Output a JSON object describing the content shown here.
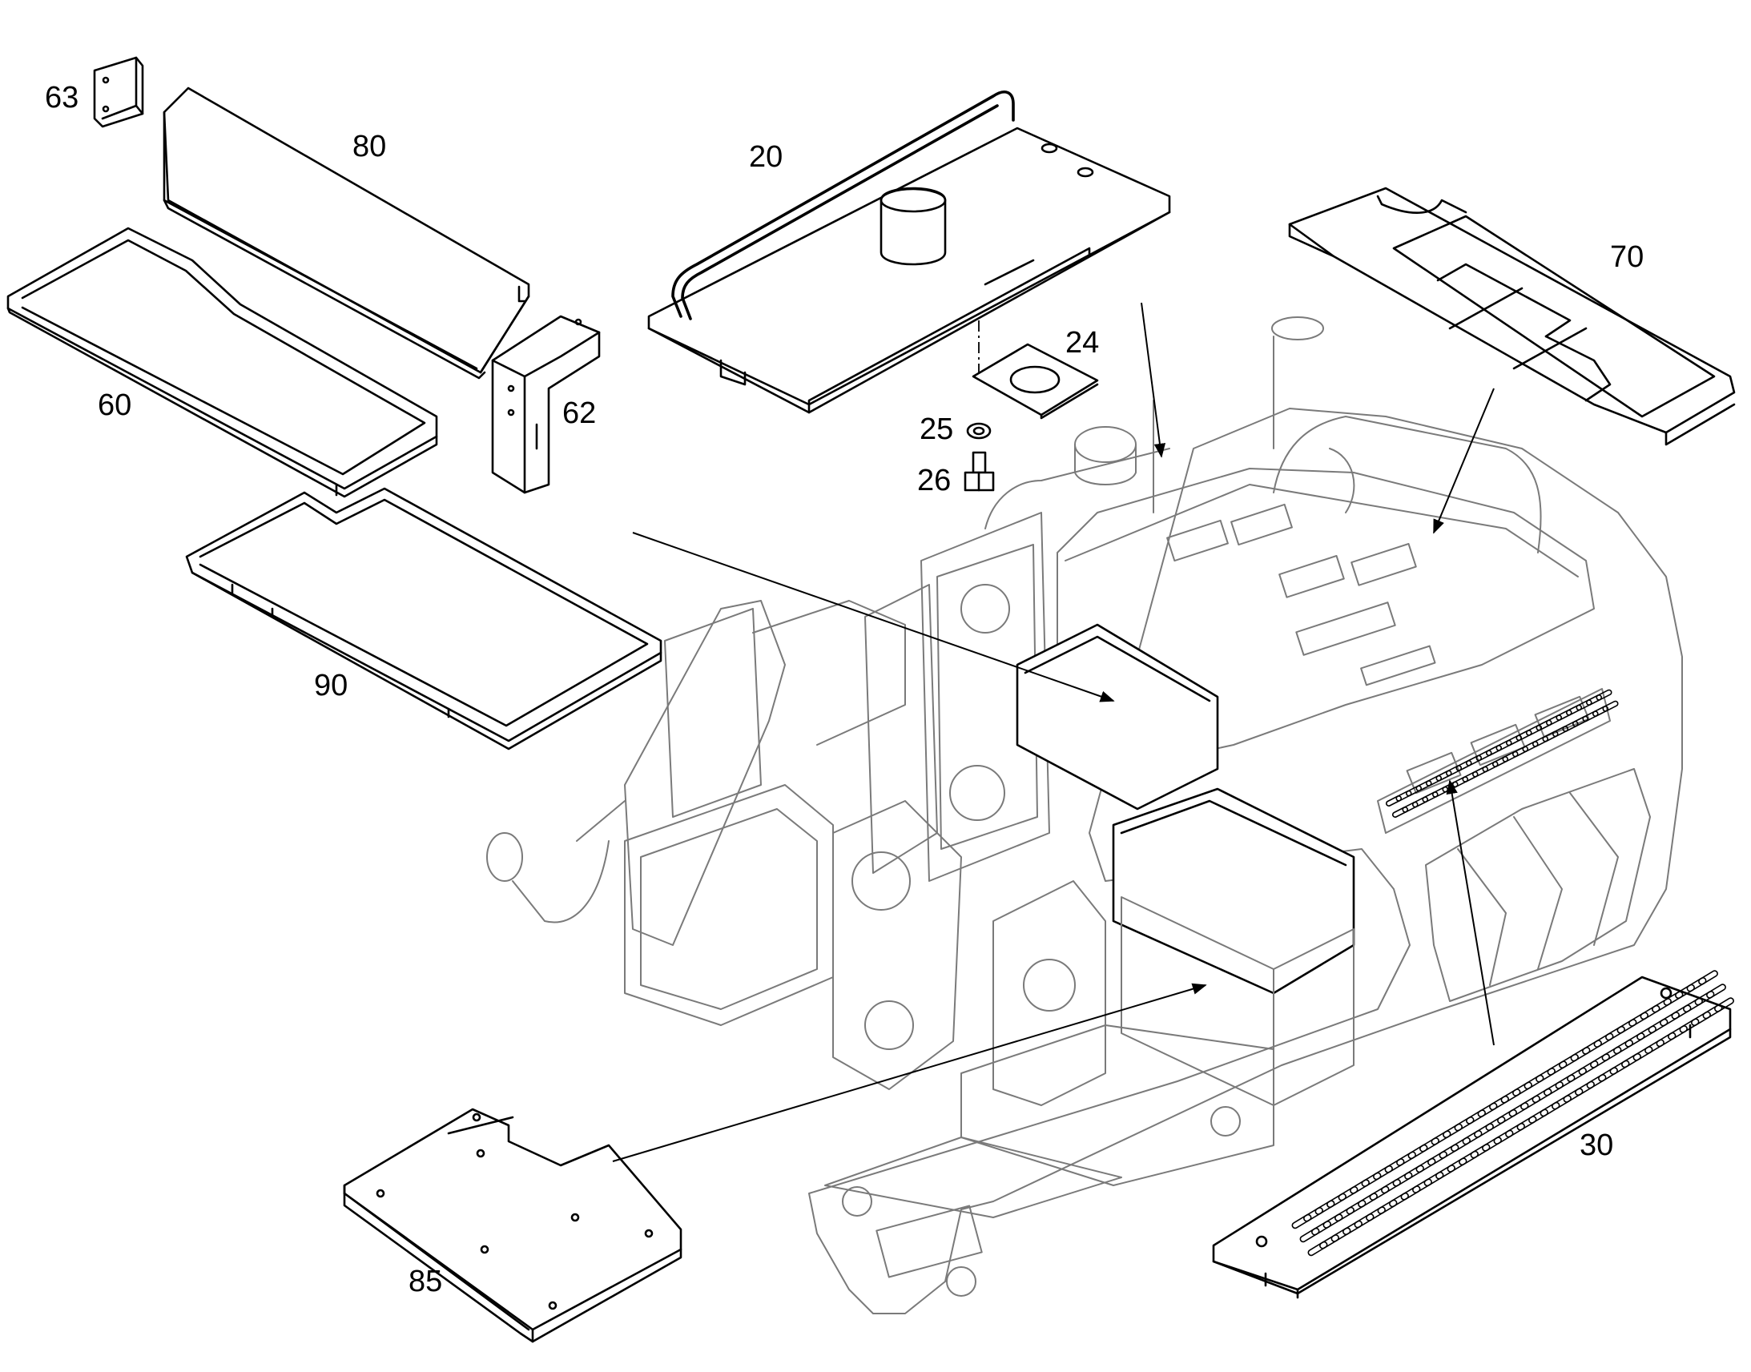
{
  "callouts": {
    "c63": "63",
    "c80": "80",
    "c20": "20",
    "c70": "70",
    "c60": "60",
    "c62": "62",
    "c24": "24",
    "c25": "25",
    "c26": "26",
    "c90": "90",
    "c30": "30",
    "c85": "85"
  },
  "colors": {
    "line": "#000000",
    "ghost_line": "#7a7a7a",
    "background": "#ffffff"
  }
}
